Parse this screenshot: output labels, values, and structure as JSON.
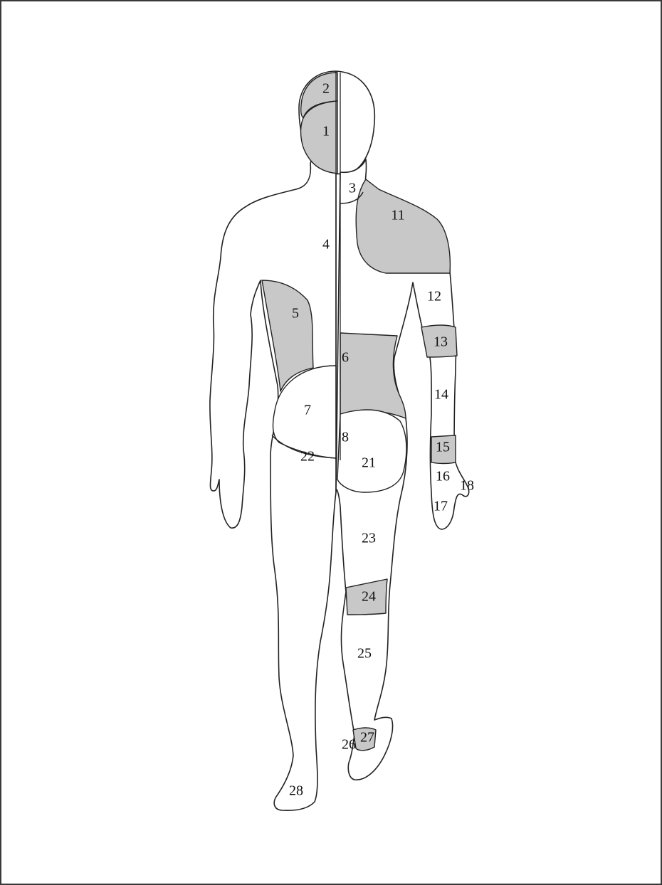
{
  "colors": {
    "shaded_region": "#c8c8c8",
    "outline": "#222222",
    "background": "#ffffff"
  },
  "region_labels": {
    "r1": "1",
    "r2": "2",
    "r3": "3",
    "r4": "4",
    "r5": "5",
    "r6": "6",
    "r7": "7",
    "r8": "8",
    "r11": "11",
    "r12": "12",
    "r13": "13",
    "r14": "14",
    "r15": "15",
    "r16": "16",
    "r17": "17",
    "r18": "18",
    "r21": "21",
    "r22": "22",
    "r23": "23",
    "r24": "24",
    "r25": "25",
    "r26": "26",
    "r27": "27",
    "r28": "28"
  },
  "shaded_regions": [
    "1",
    "2",
    "5",
    "6",
    "11",
    "13",
    "15",
    "24",
    "27"
  ]
}
